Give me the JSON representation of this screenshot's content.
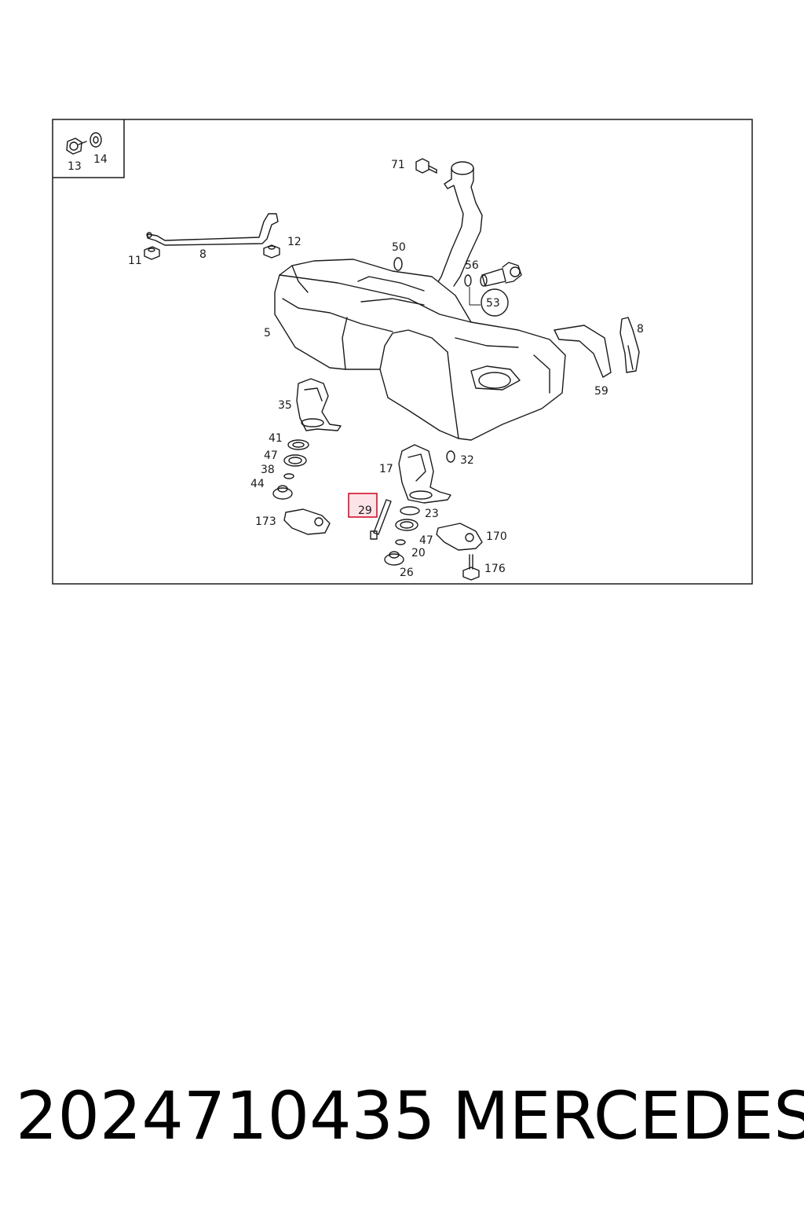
{
  "diagram": {
    "inset_labels": [
      "13",
      "14"
    ],
    "callouts": {
      "c71": "71",
      "c11": "11",
      "c8a": "8",
      "c12": "12",
      "c50": "50",
      "c56": "56",
      "c53": "53",
      "c5": "5",
      "c8b": "8",
      "c59": "59",
      "c35": "35",
      "c41": "41",
      "c47a": "47",
      "c38": "38",
      "c44": "44",
      "c173": "173",
      "c17": "17",
      "c32": "32",
      "c29": "29",
      "c23": "23",
      "c47b": "47",
      "c170": "170",
      "c20": "20",
      "c26": "26",
      "c176": "176"
    },
    "highlight_color": "#d0021b",
    "highlight_fill": "#fbe3e8"
  },
  "footer": {
    "part_number": "2024710435",
    "brand": "MERCEDES"
  }
}
